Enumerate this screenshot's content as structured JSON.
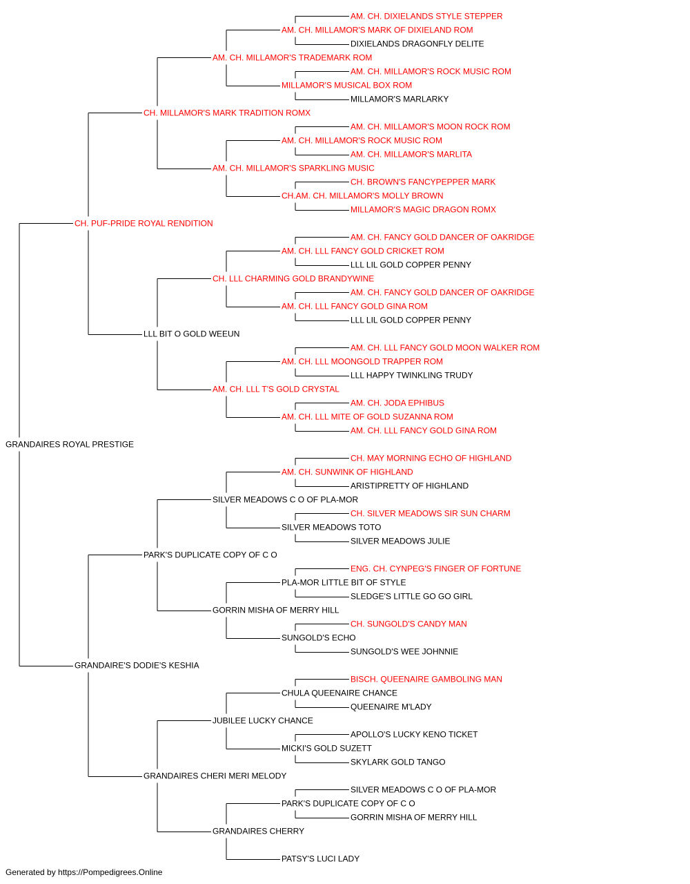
{
  "colors": {
    "champion": "#ff0000",
    "normal": "#000000",
    "line": "#000000"
  },
  "pedigree": {
    "name": "GRANDAIRES ROYAL PRESTIGE",
    "champion": false,
    "sire": {
      "name": "CH. PUF-PRIDE ROYAL RENDITION",
      "champion": true,
      "sire": {
        "name": "CH. MILLAMOR'S MARK TRADITION ROMX",
        "champion": true,
        "sire": {
          "name": "AM. CH. MILLAMOR'S TRADEMARK ROM",
          "champion": true,
          "sire": {
            "name": "AM. CH. MILLAMOR'S MARK OF DIXIELAND ROM",
            "champion": true,
            "sire": {
              "name": "AM. CH. DIXIELANDS STYLE STEPPER",
              "champion": true
            },
            "dam": {
              "name": "DIXIELANDS DRAGONFLY DELITE",
              "champion": false
            }
          },
          "dam": {
            "name": "MILLAMOR'S MUSICAL BOX ROM",
            "champion": true,
            "sire": {
              "name": "AM. CH. MILLAMOR'S ROCK MUSIC ROM",
              "champion": true
            },
            "dam": {
              "name": "MILLAMOR'S MARLARKY",
              "champion": false
            }
          }
        },
        "dam": {
          "name": "AM. CH. MILLAMOR'S SPARKLING MUSIC",
          "champion": true,
          "sire": {
            "name": "AM. CH. MILLAMOR'S ROCK MUSIC ROM",
            "champion": true,
            "sire": {
              "name": "AM. CH. MILLAMOR'S MOON ROCK ROM",
              "champion": true
            },
            "dam": {
              "name": "AM. CH. MILLAMOR'S MARLITA",
              "champion": true
            }
          },
          "dam": {
            "name": "CH.AM. CH. MILLAMOR'S MOLLY BROWN",
            "champion": true,
            "sire": {
              "name": "CH. BROWN'S FANCYPEPPER MARK",
              "champion": true
            },
            "dam": {
              "name": "MILLAMOR'S MAGIC DRAGON ROMX",
              "champion": true
            }
          }
        }
      },
      "dam": {
        "name": "LLL BIT O GOLD WEEUN",
        "champion": false,
        "sire": {
          "name": "CH. LLL CHARMING GOLD BRANDYWINE",
          "champion": true,
          "sire": {
            "name": "AM. CH. LLL FANCY GOLD CRICKET ROM",
            "champion": true,
            "sire": {
              "name": "AM. CH. FANCY GOLD DANCER OF OAKRIDGE",
              "champion": true
            },
            "dam": {
              "name": "LLL LIL GOLD COPPER PENNY",
              "champion": false
            }
          },
          "dam": {
            "name": "AM. CH. LLL FANCY GOLD GINA ROM",
            "champion": true,
            "sire": {
              "name": "AM. CH. FANCY GOLD DANCER OF OAKRIDGE",
              "champion": true
            },
            "dam": {
              "name": "LLL LIL GOLD COPPER PENNY",
              "champion": false
            }
          }
        },
        "dam": {
          "name": "AM. CH. LLL T'S GOLD CRYSTAL",
          "champion": true,
          "sire": {
            "name": "AM. CH. LLL MOONGOLD TRAPPER ROM",
            "champion": true,
            "sire": {
              "name": "AM. CH. LLL FANCY GOLD MOON WALKER ROM",
              "champion": true
            },
            "dam": {
              "name": "LLL HAPPY TWINKLING TRUDY",
              "champion": false
            }
          },
          "dam": {
            "name": "AM. CH. LLL MITE OF GOLD SUZANNA ROM",
            "champion": true,
            "sire": {
              "name": "AM. CH. JODA EPHIBUS",
              "champion": true
            },
            "dam": {
              "name": "AM. CH. LLL FANCY GOLD GINA ROM",
              "champion": true
            }
          }
        }
      }
    },
    "dam": {
      "name": "GRANDAIRE'S DODIE'S KESHIA",
      "champion": false,
      "sire": {
        "name": "PARK'S DUPLICATE COPY OF C O",
        "champion": false,
        "sire": {
          "name": "SILVER MEADOWS C O OF PLA-MOR",
          "champion": false,
          "sire": {
            "name": "AM. CH. SUNWINK OF HIGHLAND",
            "champion": true,
            "sire": {
              "name": "CH. MAY MORNING ECHO OF HIGHLAND",
              "champion": true
            },
            "dam": {
              "name": "ARISTIPRETTY OF HIGHLAND",
              "champion": false
            }
          },
          "dam": {
            "name": "SILVER MEADOWS TOTO",
            "champion": false,
            "sire": {
              "name": "CH. SILVER MEADOWS SIR SUN CHARM",
              "champion": true
            },
            "dam": {
              "name": "SILVER MEADOWS JULIE",
              "champion": false
            }
          }
        },
        "dam": {
          "name": "GORRIN MISHA OF MERRY HILL",
          "champion": false,
          "sire": {
            "name": "PLA-MOR LITTLE BIT OF STYLE",
            "champion": false,
            "sire": {
              "name": "ENG. CH. CYNPEG'S FINGER OF FORTUNE",
              "champion": true
            },
            "dam": {
              "name": "SLEDGE'S LITTLE GO GO GIRL",
              "champion": false
            }
          },
          "dam": {
            "name": "SUNGOLD'S ECHO",
            "champion": false,
            "sire": {
              "name": "CH. SUNGOLD'S CANDY MAN",
              "champion": true
            },
            "dam": {
              "name": "SUNGOLD'S WEE JOHNNIE",
              "champion": false
            }
          }
        }
      },
      "dam": {
        "name": "GRANDAIRES CHERI MERI MELODY",
        "champion": false,
        "sire": {
          "name": "JUBILEE LUCKY CHANCE",
          "champion": false,
          "sire": {
            "name": "CHULA QUEENAIRE CHANCE",
            "champion": false,
            "sire": {
              "name": "BISCH. QUEENAIRE GAMBOLING MAN",
              "champion": true
            },
            "dam": {
              "name": "QUEENAIRE M'LADY",
              "champion": false
            }
          },
          "dam": {
            "name": "MICKI'S GOLD SUZETT",
            "champion": false,
            "sire": {
              "name": "APOLLO'S LUCKY KENO TICKET",
              "champion": false
            },
            "dam": {
              "name": "SKYLARK GOLD TANGO",
              "champion": false
            }
          }
        },
        "dam": {
          "name": "GRANDAIRES CHERRY",
          "champion": false,
          "sire": {
            "name": "PARK'S DUPLICATE COPY OF C O",
            "champion": false,
            "sire": {
              "name": "SILVER MEADOWS C O OF PLA-MOR",
              "champion": false
            },
            "dam": {
              "name": "GORRIN MISHA OF MERRY HILL",
              "champion": false
            }
          },
          "dam": {
            "name": "PATSY'S LUCI LADY",
            "champion": false
          }
        }
      }
    }
  },
  "footer": "Generated by https://Pompedigrees.Online"
}
